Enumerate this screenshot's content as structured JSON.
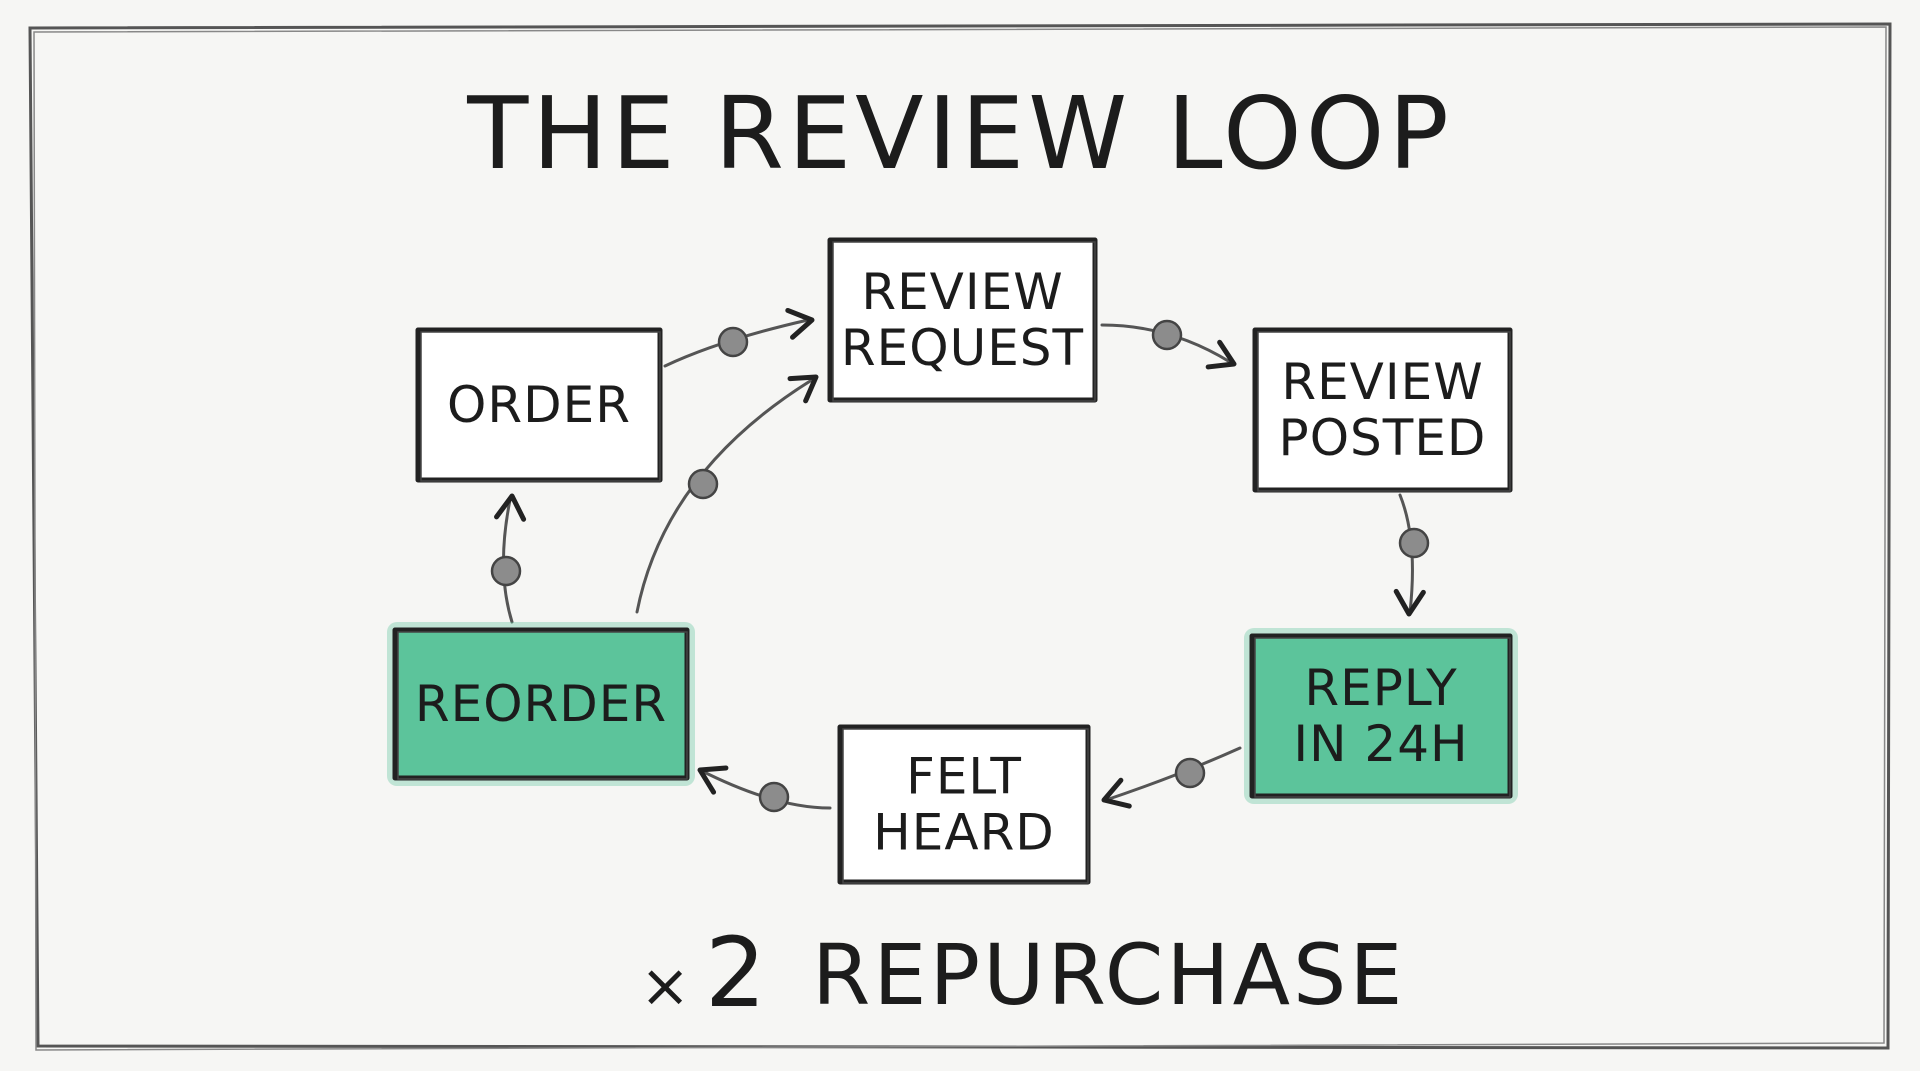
{
  "title": "THE REVIEW LOOP",
  "footer": {
    "multiplier": "×",
    "value": "2",
    "label": "REPURCHASE"
  },
  "colors": {
    "highlight": "#5cc49b",
    "box_fill": "#ffffff",
    "ink": "#1c1c1c"
  },
  "nodes": [
    {
      "id": "order",
      "lines": [
        "ORDER"
      ],
      "highlighted": false
    },
    {
      "id": "review-request",
      "lines": [
        "REVIEW",
        "REQUEST"
      ],
      "highlighted": false
    },
    {
      "id": "review-posted",
      "lines": [
        "REVIEW",
        "POSTED"
      ],
      "highlighted": false
    },
    {
      "id": "reply-in-24h",
      "lines": [
        "REPLY",
        "IN 24H"
      ],
      "highlighted": true
    },
    {
      "id": "felt-heard",
      "lines": [
        "FELT",
        "HEARD"
      ],
      "highlighted": false
    },
    {
      "id": "reorder",
      "lines": [
        "REORDER"
      ],
      "highlighted": true
    }
  ],
  "edges": [
    {
      "from": "order",
      "to": "review-request"
    },
    {
      "from": "review-request",
      "to": "review-posted"
    },
    {
      "from": "review-posted",
      "to": "reply-in-24h"
    },
    {
      "from": "reply-in-24h",
      "to": "felt-heard"
    },
    {
      "from": "felt-heard",
      "to": "reorder"
    },
    {
      "from": "reorder",
      "to": "order"
    },
    {
      "from": "reorder",
      "to": "review-request"
    }
  ]
}
